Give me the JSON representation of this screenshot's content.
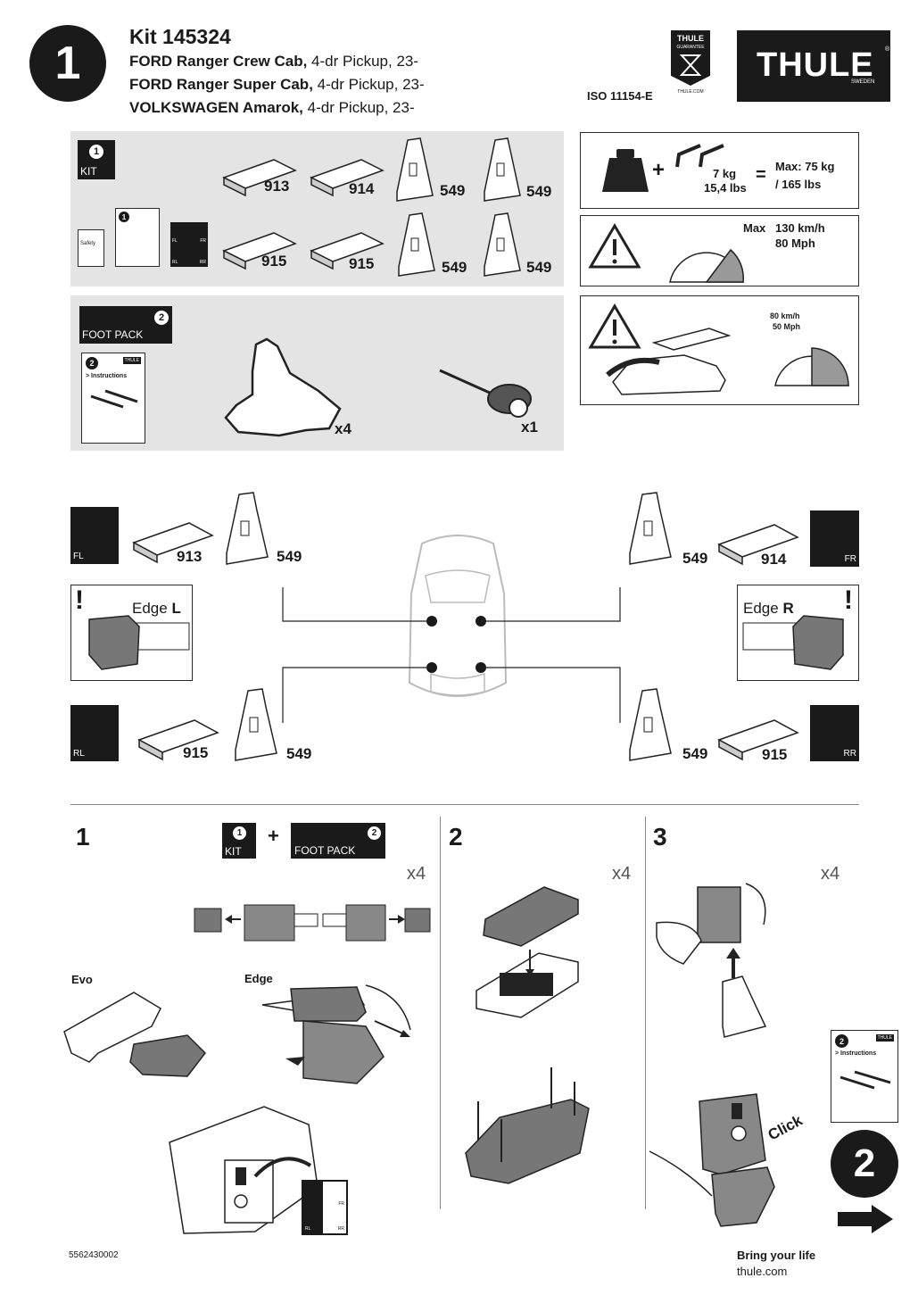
{
  "header": {
    "step_number": "1",
    "kit_title": "Kit 145324",
    "vehicles": [
      {
        "model": "FORD Ranger Crew Cab,",
        "detail": " 4-dr Pickup, 23-"
      },
      {
        "model": "FORD Ranger Super Cab,",
        "detail": " 4-dr Pickup, 23-"
      },
      {
        "model": "VOLKSWAGEN Amarok,",
        "detail": " 4-dr Pickup, 23-"
      }
    ],
    "iso": "ISO 11154-E",
    "guarantee_top": "THULE",
    "guarantee_mid": "GUARANTEE",
    "guarantee_bottom": "THULE.COM",
    "brand": "THULE",
    "brand_sub": "SWEDEN"
  },
  "kit_panel": {
    "badge_number": "1",
    "badge_label": "KIT",
    "safety_label": "Safety",
    "corner_labels": [
      "FL",
      "FR",
      "RL",
      "RR"
    ],
    "parts": [
      "913",
      "914",
      "549",
      "549",
      "915",
      "915",
      "549",
      "549"
    ]
  },
  "foot_panel": {
    "badge_label": "FOOT PACK",
    "badge_number": "2",
    "instructions_label": "> Instructions",
    "instructions_brand": "THULE",
    "instructions_number": "2",
    "foot_count": "x4",
    "tool_count": "x1"
  },
  "load_box": {
    "weight": "7 kg",
    "weight_lbs": "15,4 lbs",
    "max": "Max: 75 kg",
    "max_lbs": "/ 165 lbs"
  },
  "speed_box": {
    "max_label": "Max",
    "kmh": "130 km/h",
    "mph": "80 Mph"
  },
  "wind_box": {
    "kmh": "80 km/h",
    "mph": "50 Mph"
  },
  "layout": {
    "fl": {
      "label": "FL",
      "pad": "913",
      "foot": "549"
    },
    "fr": {
      "label": "FR",
      "pad": "914",
      "foot": "549"
    },
    "rl": {
      "label": "RL",
      "pad": "915",
      "foot": "549"
    },
    "rr": {
      "label": "RR",
      "pad": "915",
      "foot": "549"
    },
    "edge_l_text": "Edge ",
    "edge_l_side": "L",
    "edge_r_text": "Edge ",
    "edge_r_side": "R"
  },
  "steps": {
    "s1": {
      "number": "1",
      "kit_badge": "KIT",
      "kit_num": "1",
      "plus": "+",
      "foot_badge": "FOOT PACK",
      "foot_num": "2",
      "count": "x4",
      "evo": "Evo",
      "edge": "Edge",
      "fr": "FR",
      "rl": "RL",
      "rr": "RR"
    },
    "s2": {
      "number": "2",
      "count": "x4"
    },
    "s3": {
      "number": "3",
      "count": "x4",
      "click": "Click"
    }
  },
  "next": {
    "number": "2",
    "instructions_label": "> Instructions",
    "instructions_brand": "THULE",
    "instructions_number": "2"
  },
  "footer": {
    "doc_number": "5562430002",
    "slogan": "Bring your life",
    "url": "thule.com"
  }
}
